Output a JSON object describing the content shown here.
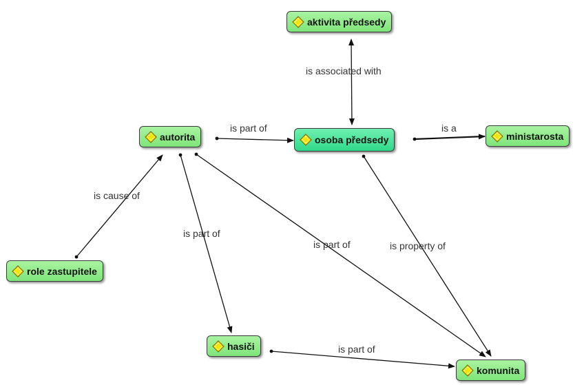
{
  "colors": {
    "node_fill": "#8ee889",
    "node_selected_fill": "#3fe098",
    "node_border": "#3a3a3a",
    "edge": "#111111",
    "icon": "#e8d000"
  },
  "node_icon": "concept-diamond-icon",
  "nodes": {
    "aktivita": {
      "label": "aktivita předsedy"
    },
    "autorita": {
      "label": "autorita"
    },
    "osoba": {
      "label": "osoba předsedy"
    },
    "ministarosta": {
      "label": "ministarosta"
    },
    "role": {
      "label": "role zastupitele"
    },
    "hasici": {
      "label": "hasiči"
    },
    "komunita": {
      "label": "komunita"
    }
  },
  "edges": {
    "osoba_aktivita": {
      "label": "is associated with"
    },
    "autorita_osoba": {
      "label": "is part of"
    },
    "osoba_ministarosta": {
      "label": "is a"
    },
    "role_autorita": {
      "label": "is cause of"
    },
    "autorita_hasici": {
      "label": "is part of"
    },
    "autorita_komunita": {
      "label": "is part of"
    },
    "osoba_komunita": {
      "label": "is property of"
    },
    "hasici_komunita": {
      "label": "is part of"
    }
  }
}
